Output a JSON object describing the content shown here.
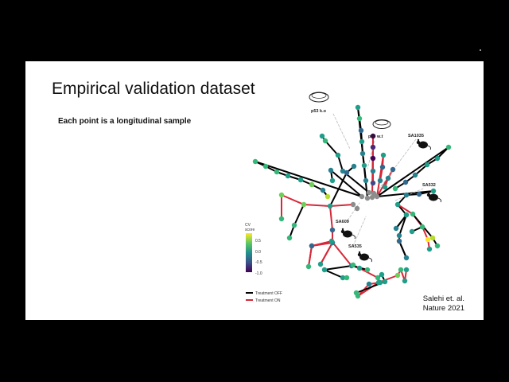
{
  "slide": {
    "title": "Empirical validation dataset",
    "subtitle": "Each point is a longitudinal sample",
    "citation_line1": "Salehi et. al.",
    "citation_line2": "Nature 2021"
  },
  "figure": {
    "labels": {
      "p53_ko": "p53 k.o",
      "p53_wt": "p53 w.t",
      "sa1035": "SA1035",
      "sa532": "SA532",
      "sa609": "SA609",
      "sa535": "SA535"
    },
    "colorbar": {
      "title_line1": "CV",
      "title_line2": "score",
      "ticks": [
        "0.5",
        "0.0",
        "-0.5",
        "-1.0"
      ]
    },
    "legend": {
      "off_label": "Treatment OFF",
      "on_label": "Treatment ON",
      "off_color": "#000000",
      "on_color": "#d62839"
    },
    "icons": [
      "petri-dish-icon",
      "mouse-icon"
    ]
  }
}
